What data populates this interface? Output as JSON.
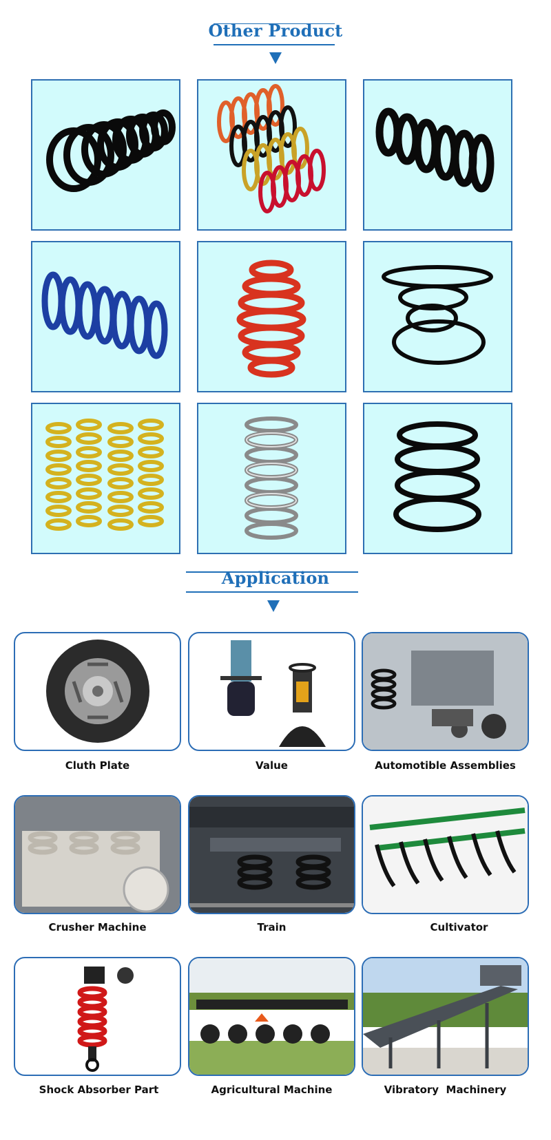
{
  "other_product": {
    "title": "Other Product"
  },
  "products": [
    {
      "icon": "black-conical-spring-icon"
    },
    {
      "icon": "multicolor-spring-set-icon"
    },
    {
      "icon": "black-compression-spring-icon"
    },
    {
      "icon": "blue-compression-spring-icon"
    },
    {
      "icon": "red-barrel-spring-icon"
    },
    {
      "icon": "black-conical-wire-spring-icon"
    },
    {
      "icon": "yellow-spring-set-icon"
    },
    {
      "icon": "chrome-coil-spring-icon"
    },
    {
      "icon": "black-short-spring-icon"
    }
  ],
  "application": {
    "title": "Application",
    "items": [
      {
        "label": "Cluth Plate",
        "icon": "clutch-plate-icon"
      },
      {
        "label": "Value",
        "icon": "valve-icon"
      },
      {
        "label": "Automotible Assemblies",
        "icon": "engine-assembly-icon"
      },
      {
        "label": "Crusher Machine",
        "icon": "crusher-machine-icon"
      },
      {
        "label": "Train",
        "icon": "train-bogie-icon"
      },
      {
        "label": "Cultivator",
        "icon": "cultivator-icon"
      },
      {
        "label": "Shock Absorber Part",
        "icon": "shock-absorber-icon"
      },
      {
        "label": "Agricultural Machine",
        "icon": "agricultural-machine-icon"
      },
      {
        "label": "Vibratory  Machinery",
        "icon": "vibratory-machinery-icon"
      }
    ]
  },
  "colors": {
    "accent": "#1f6fb8",
    "product_bg": "#d2fbfc",
    "border": "#2e6fb2"
  }
}
